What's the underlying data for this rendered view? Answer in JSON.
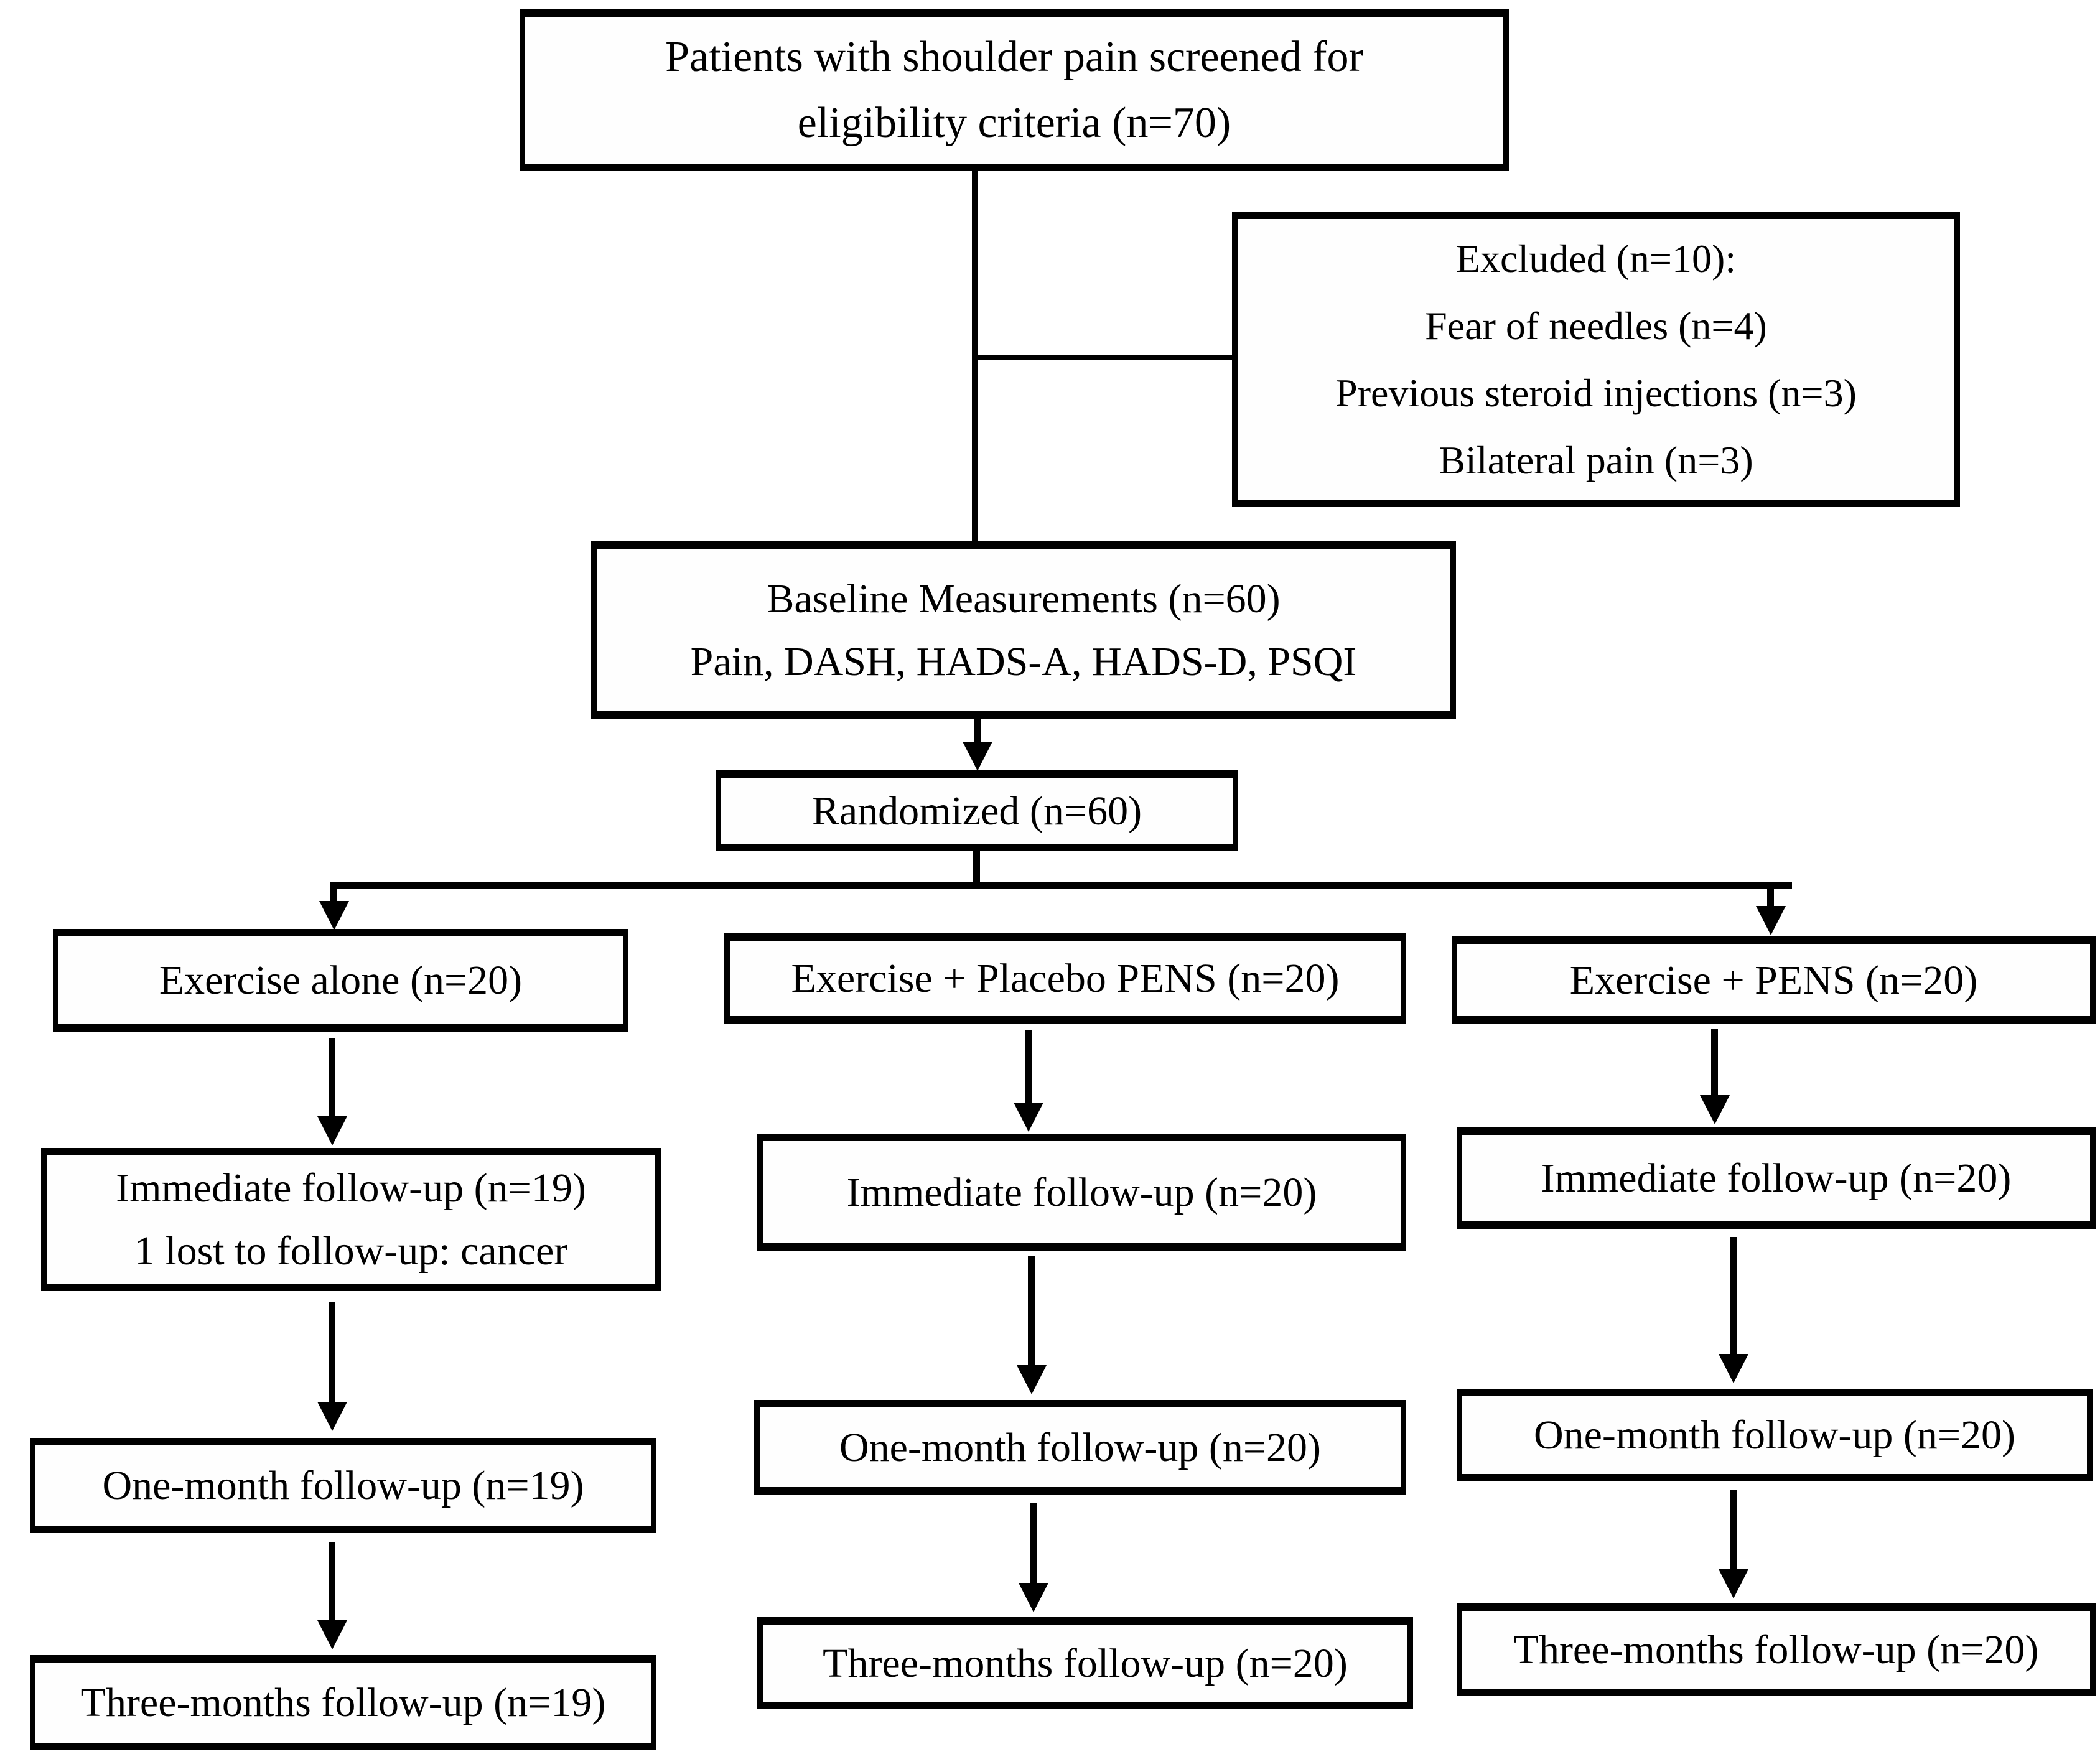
{
  "diagram": {
    "kind": "consort-flowchart",
    "colors": {
      "ink": "#000000",
      "box_background": "#ffffff",
      "page_background": "#ffffff"
    },
    "boxes": {
      "screening": {
        "lines": [
          "Patients with shoulder pain screened for",
          "eligibility criteria (n=70)"
        ]
      },
      "excluded": {
        "lines": [
          "Excluded (n=10):",
          "Fear of needles (n=4)",
          "Previous steroid injections (n=3)",
          "Bilateral pain (n=3)"
        ]
      },
      "baseline": {
        "lines": [
          "Baseline Measurements (n=60)",
          "Pain, DASH, HADS-A, HADS-D, PSQI"
        ]
      },
      "randomized": {
        "lines": [
          "Randomized (n=60)"
        ]
      },
      "arm_left": {
        "lines": [
          "Exercise alone (n=20)"
        ]
      },
      "arm_mid": {
        "lines": [
          "Exercise + Placebo PENS (n=20)"
        ]
      },
      "arm_right": {
        "lines": [
          "Exercise + PENS (n=20)"
        ]
      },
      "immediate_left": {
        "lines": [
          "Immediate follow-up (n=19)",
          "1 lost to follow-up: cancer"
        ]
      },
      "immediate_mid": {
        "lines": [
          "Immediate follow-up (n=20)"
        ]
      },
      "immediate_right": {
        "lines": [
          "Immediate follow-up (n=20)"
        ]
      },
      "one_month_left": {
        "lines": [
          "One-month follow-up (n=19)"
        ]
      },
      "one_month_mid": {
        "lines": [
          "One-month follow-up (n=20)"
        ]
      },
      "one_month_right": {
        "lines": [
          "One-month follow-up (n=20)"
        ]
      },
      "three_months_left": {
        "lines": [
          "Three-months follow-up (n=19)"
        ]
      },
      "three_months_mid": {
        "lines": [
          "Three-months follow-up (n=20)"
        ]
      },
      "three_months_right": {
        "lines": [
          "Three-months follow-up (n=20)"
        ]
      }
    }
  }
}
